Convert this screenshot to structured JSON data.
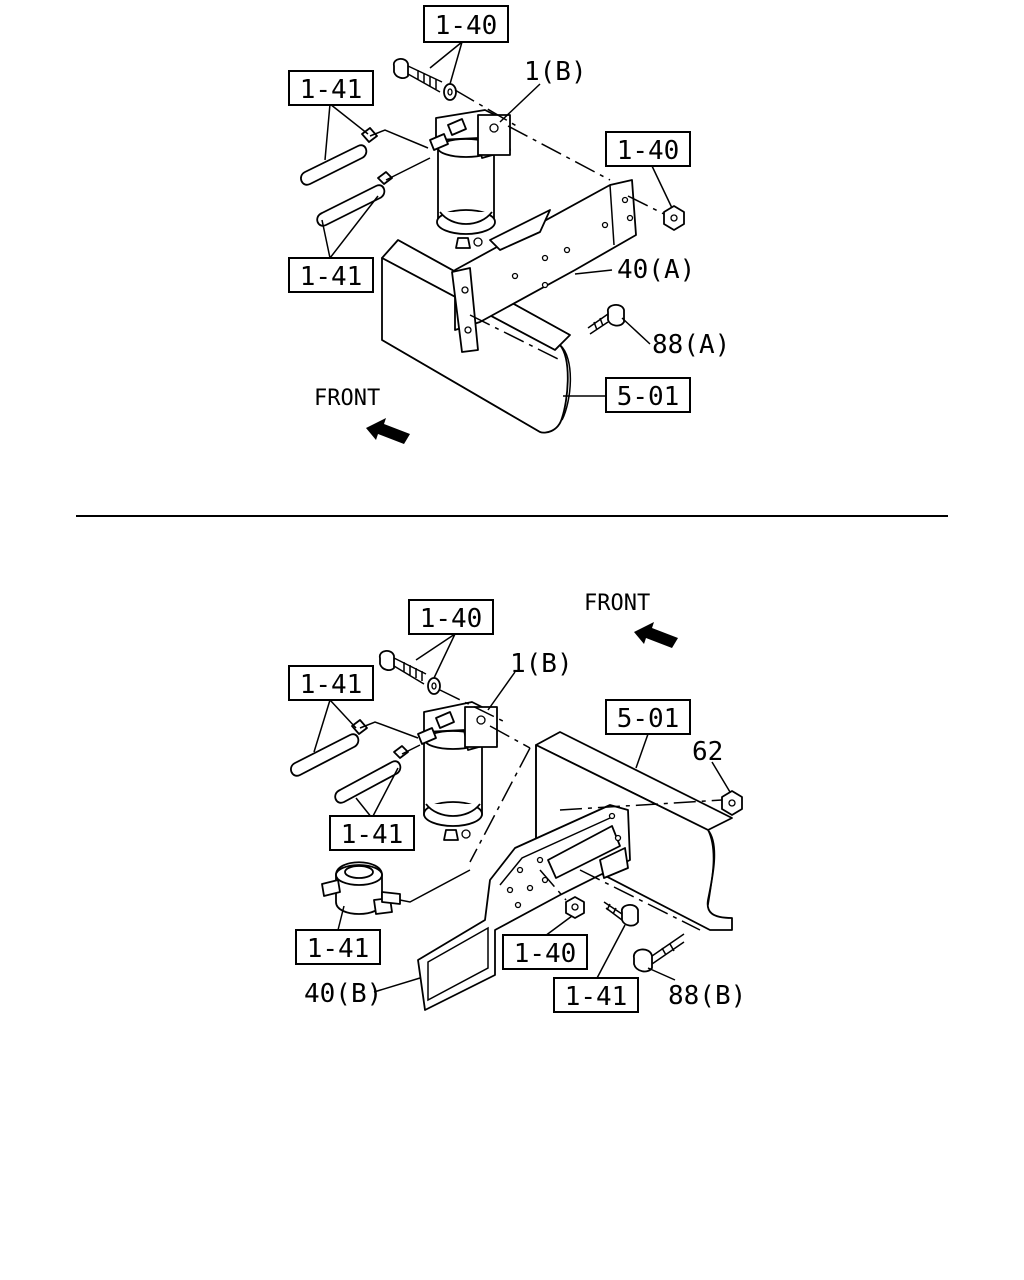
{
  "top_view": {
    "ref_bolt": "1-40",
    "ref_hose_upper": "1-41",
    "ref_hose_lower": "1-41",
    "ref_nut": "1-40",
    "ref_frame": "5-01",
    "part_filter": "1(B)",
    "part_bracket": "40(A)",
    "part_bolt": "88(A)",
    "front_label": "FRONT"
  },
  "bottom_view": {
    "ref_bolt": "1-40",
    "ref_hose_upper": "1-41",
    "ref_hose_lower": "1-41",
    "ref_pump_hose": "1-41",
    "ref_nut_lower": "1-40",
    "ref_bolt_lower": "1-41",
    "ref_frame": "5-01",
    "part_filter": "1(B)",
    "part_nut": "62",
    "part_bracket": "40(B)",
    "part_bolt": "88(B)",
    "front_label": "FRONT"
  }
}
